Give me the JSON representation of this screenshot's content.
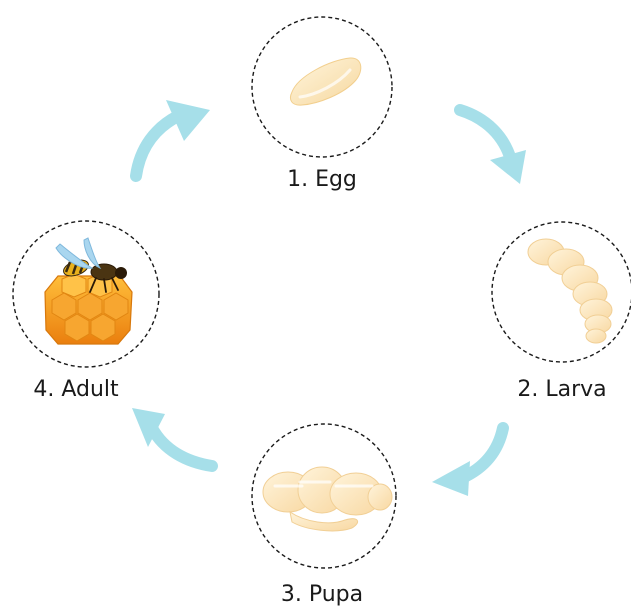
{
  "diagram": {
    "stages": [
      {
        "id": "egg",
        "label": "1. Egg",
        "icon": "egg-icon"
      },
      {
        "id": "larva",
        "label": "2. Larva",
        "icon": "larva-icon"
      },
      {
        "id": "pupa",
        "label": "3. Pupa",
        "icon": "pupa-icon"
      },
      {
        "id": "adult",
        "label": "4. Adult",
        "icon": "bee-on-honeycomb-icon"
      }
    ],
    "flow": [
      "egg",
      "larva",
      "pupa",
      "adult",
      "egg"
    ],
    "colors": {
      "arrow": "#a6dfe9",
      "circle_border": "#1a1a1a",
      "egg": "#fbe3b3",
      "larva": "#fde6bd",
      "honeycomb": "#f29a1e",
      "bee_wing": "#a9d6ef"
    }
  }
}
